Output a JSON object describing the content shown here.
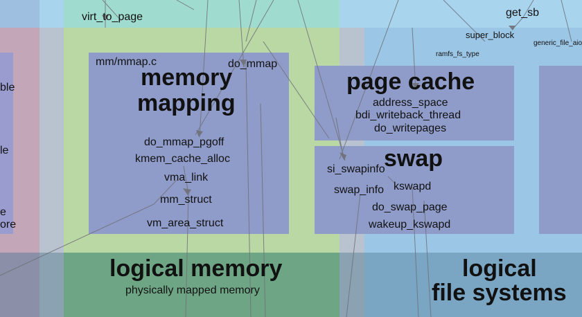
{
  "columns": {
    "memory": {
      "top_label": "virt_to_page",
      "panel_label": "mm/mmap.c",
      "title_line1": "memory",
      "title_line2": "mapping",
      "items": [
        "do_mmap",
        "do_mmap_pgoff",
        "kmem_cache_alloc",
        "vma_link",
        "mm_struct",
        "vm_area_struct"
      ],
      "bottom_title": "logical memory",
      "bottom_subtitle": "physically mapped memory"
    },
    "filesystems": {
      "top_labels": [
        "get_sb",
        "super_block",
        "ramfs_fs_type",
        "generic_file_aio_"
      ],
      "page_cache": {
        "title": "page cache",
        "items": [
          "address_space",
          "bdi_writeback_thread",
          "do_writepages"
        ]
      },
      "swap": {
        "title": "swap",
        "items": [
          "si_swapinfo",
          "swap_info",
          "kswapd",
          "do_swap_page",
          "wakeup_kswapd"
        ]
      },
      "bottom_title_line1": "logical",
      "bottom_title_line2": "file systems"
    },
    "left_fragments": [
      "ble",
      "le",
      "e",
      "ore"
    ]
  },
  "colors": {
    "top_band_blue": "#a9d4ee",
    "top_band_cyan": "#9fdccf",
    "memory_green": "#b9d8a4",
    "memory_bottom": "#6ea685",
    "fs_blue": "#9cc6e6",
    "fs_bottom": "#7aa6c4",
    "panel_purple": "#8f9cc9",
    "left_pink": "#c3a6b8",
    "left_purple": "#9a9cd0"
  }
}
